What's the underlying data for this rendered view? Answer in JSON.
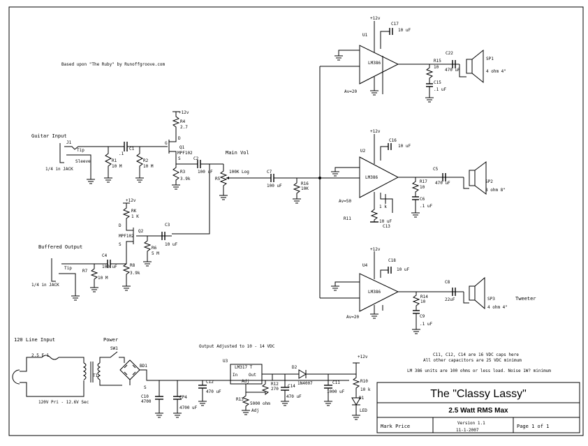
{
  "notes": {
    "based_on": "Based upon \"The Ruby\" by Runoffgroove.com",
    "output_adjust": "Output Adjusted to 10 - 14 VDC",
    "cap_note_1": "C11, C12, C14 are 16 VDC caps here",
    "cap_note_2": "All other capacitors are 25 VDC minimum",
    "lm386_note": "LM 386 units are 100 ohms or less load. Noise 1W? minimum"
  },
  "title_block": {
    "title": "The \"Classy Lassy\"",
    "subtitle": "2.5  Watt RMS Max",
    "author": "Mark Price",
    "version": "Version 1.1",
    "date": "11-1-2007",
    "page": "Page 1 of 1"
  },
  "labels": {
    "guitar_input": "Guitar Input",
    "j1": "J1",
    "tip": "Tip",
    "sleeve": "Sleeve",
    "jack1": "1/4 in JACK",
    "r1": "R1",
    "r1v": "10 M",
    "c1": "C1",
    "c1v": ".1",
    "r2": "R2",
    "r2v": "10 M",
    "q1": "Q1",
    "q1p": "MPF102",
    "q1g": "G",
    "q1s": "S",
    "q1d": "D",
    "r4": "R4",
    "r4v": "2.7",
    "r3": "R3",
    "r3v": "3.9k",
    "v12a": "+12v",
    "v12b": "+12v",
    "v12c": "+12v",
    "v12d": "+12v",
    "v12e": "+12v",
    "v12f": "+12v",
    "c2": "C2",
    "c2v": "100 uF",
    "main_vol": "Main Vol",
    "r5": "R5",
    "r5v": "100K Log",
    "c7": "C7",
    "c7v": "100 uF",
    "r16": "R16",
    "r16v": "10K",
    "rk": "RK",
    "rkv": "1 K",
    "q2": "Q2",
    "q2p": "MPF102",
    "c3": "C3",
    "c3v": "10 uF",
    "r6": "R6",
    "r6v": "5 M",
    "buffered_output": "Buffered Output",
    "c4": "C4",
    "c4v": "100 uF",
    "r7": "R7",
    "r7v": "10 M",
    "r8": "R8",
    "r8v": "3.9k",
    "jack2": "1/4 in JACK",
    "u1": "U1",
    "u2": "U2",
    "u3": "U3",
    "u4": "U4",
    "lm386": "LM386",
    "av20": "Av=20",
    "av50": "Av=50",
    "c17": "C17",
    "c17v": "10 uF",
    "c18": "C18",
    "c18v": "10 uF",
    "c16": "C16",
    "c16v": "10 uF",
    "r15": "R15",
    "r15v": "10",
    "c15": "C15",
    "c15v": ".1 uF",
    "c22": "C22",
    "c22v": "470 uF",
    "sp1": "SP1",
    "sp1v": "4 ohm 4\"",
    "r17": "R17",
    "r17v": "10",
    "c6": "C6",
    "c6v": ".1 uF",
    "c5": "C5",
    "c5v": "470 uF",
    "sp2": "SP2",
    "sp2v": "8 ohm 8\"",
    "r11": "R11",
    "r11v": "1 k",
    "c13": "C13",
    "c13v": "10 uF",
    "r14": "R14",
    "r14v": "10",
    "c9": "C9",
    "c9v": ".1 uF",
    "c8": "C8",
    "c8v": "22uF",
    "sp3": "SP3",
    "sp3v": "4 ohm 4\"",
    "tweeter": "Tweeter",
    "line_input": "120 Line Input",
    "f1": "2.5 F 1",
    "t1": "T1",
    "power": "Power",
    "sw1": "SW1",
    "transformer": "120V Pri - 12.6V Sec",
    "bd1": "BD1",
    "c10": "C10",
    "c10v": "4700",
    "cp4": "CP4",
    "cp4v": "4700 uF",
    "c12": "C12",
    "c12v": "470 uF",
    "u3p": "LM317 T",
    "u3in": "In",
    "u3out": "Out",
    "u3adj": "Adj",
    "r12": "R12",
    "r12v": "270",
    "r13": "R13",
    "r13v": "5000 ohm",
    "r13w": "Adj",
    "d2": "D2",
    "d2p": "1N4007",
    "c14": "C14",
    "c14v": "470 uF",
    "c11": "C11",
    "c11v": "1000 uF",
    "r10": "R10",
    "r10v": "10 k",
    "d1": "D1",
    "led": "LED"
  }
}
